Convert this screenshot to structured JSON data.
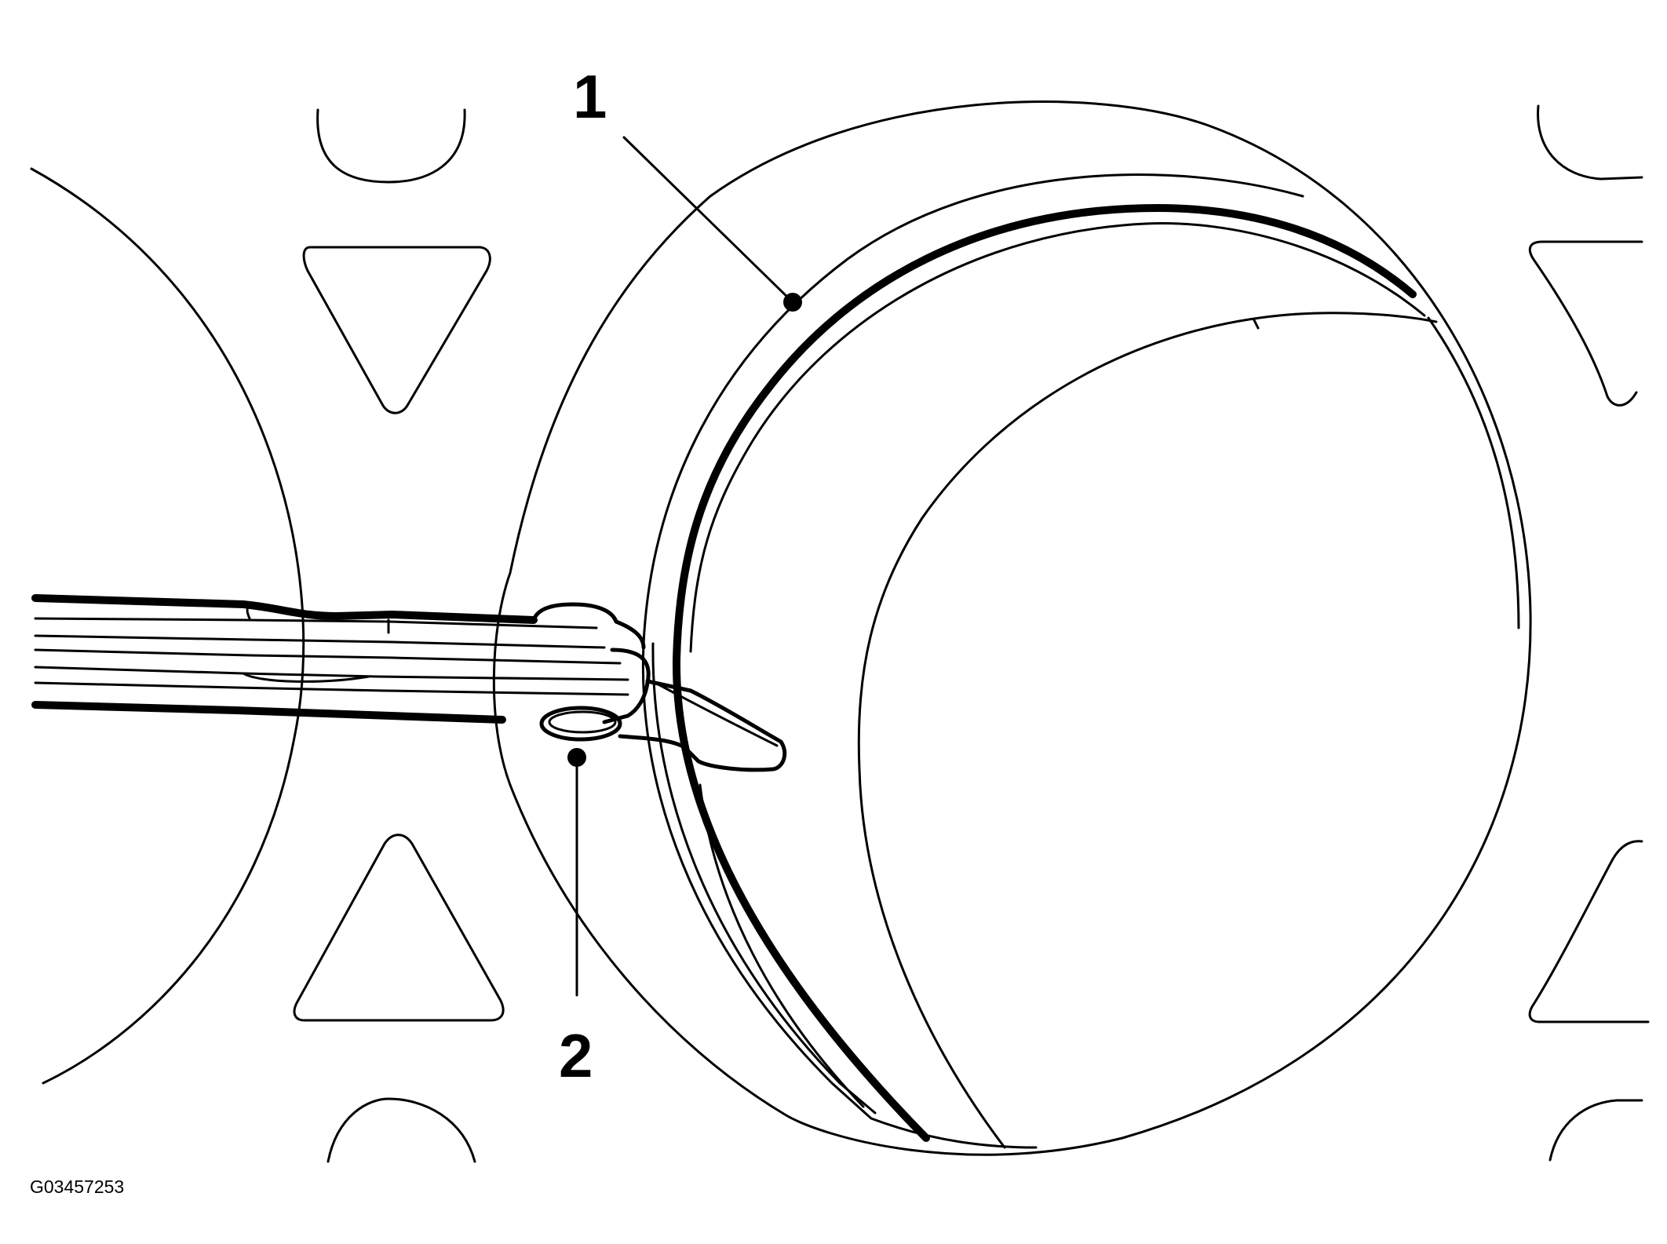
{
  "callouts": {
    "label_1": "1",
    "label_2": "2"
  },
  "figure_id": "G03457253",
  "colors": {
    "line": "#000000",
    "background": "#ffffff"
  }
}
